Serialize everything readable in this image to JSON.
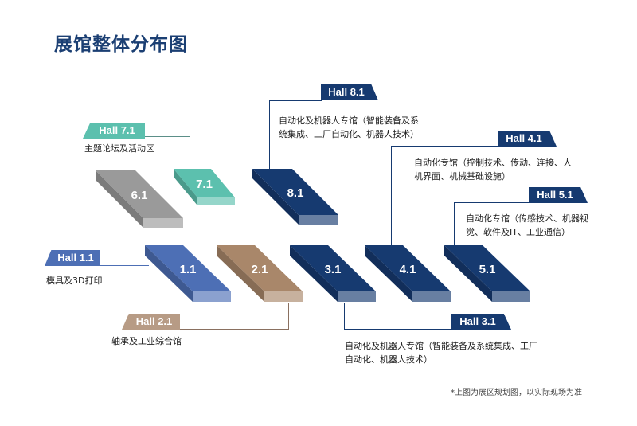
{
  "title": "展馆整体分布图",
  "halls": [
    {
      "id": "6.1",
      "color": "#9a9a9a"
    },
    {
      "id": "7.1",
      "color": "#5cc0ae"
    },
    {
      "id": "8.1",
      "color": "#163a70"
    },
    {
      "id": "1.1",
      "color": "#4d6fb5"
    },
    {
      "id": "2.1",
      "color": "#a9876a"
    },
    {
      "id": "3.1",
      "color": "#163a70"
    },
    {
      "id": "4.1",
      "color": "#163a70"
    },
    {
      "id": "5.1",
      "color": "#163a70"
    }
  ],
  "labels": {
    "hall71": {
      "tag": "Hall 7.1",
      "desc": "主题论坛及活动区",
      "color": "#5cc0ae"
    },
    "hall81": {
      "tag": "Hall 8.1",
      "desc": "自动化及机器人专馆（智能装备及系统集成、工厂自动化、机器人技术）",
      "color": "#163a70"
    },
    "hall41": {
      "tag": "Hall 4.1",
      "desc": "自动化专馆（控制技术、传动、连接、人机界面、机械基础设施）",
      "color": "#163a70"
    },
    "hall51": {
      "tag": "Hall 5.1",
      "desc": "自动化专馆（传感技术、机器视觉、软件及IT、工业通信）",
      "color": "#163a70"
    },
    "hall11": {
      "tag": "Hall 1.1",
      "desc": "模具及3D打印",
      "color": "#4d6fb5"
    },
    "hall21": {
      "tag": "Hall 2.1",
      "desc": "轴承及工业综合馆",
      "color": "#b79b85"
    },
    "hall31": {
      "tag": "Hall 3.1",
      "desc": "自动化及机器人专馆（智能装备及系统集成、工厂自动化、机器人技术）",
      "color": "#163a70"
    }
  },
  "note": "*上图为展区规划图，以实际现场为准"
}
